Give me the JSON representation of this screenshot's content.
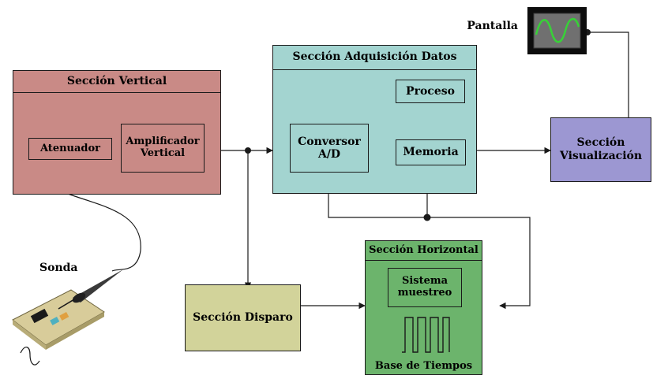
{
  "sections": {
    "vertical": {
      "title": "Sección Vertical",
      "attenuator": "Atenuador",
      "amplifier": "Amplificador Vertical"
    },
    "acquisition": {
      "title": "Sección Adquisición Datos",
      "converter": "Conversor A/D",
      "process": "Proceso",
      "memory": "Memoria"
    },
    "display": {
      "label": "Sección Visualización"
    },
    "horizontal": {
      "title": "Sección Horizontal",
      "sampling": "Sistema muestreo",
      "timebase": "Base de Tiempos"
    },
    "trigger": {
      "label": "Sección Disparo"
    }
  },
  "labels": {
    "screen": "Pantalla",
    "probe": "Sonda"
  },
  "colors": {
    "vertical_fill": "#c98a86",
    "acquisition_fill": "#a3d4d0",
    "display_fill": "#9c97d2",
    "horizontal_fill": "#6cb46c",
    "trigger_fill": "#d2d39a",
    "screen_wave": "#38d038",
    "screen_bg": "#707070"
  },
  "icons": [
    "oscilloscope-screen-icon",
    "probe-board-icon",
    "waveform-icon",
    "square-pulse-icon"
  ]
}
